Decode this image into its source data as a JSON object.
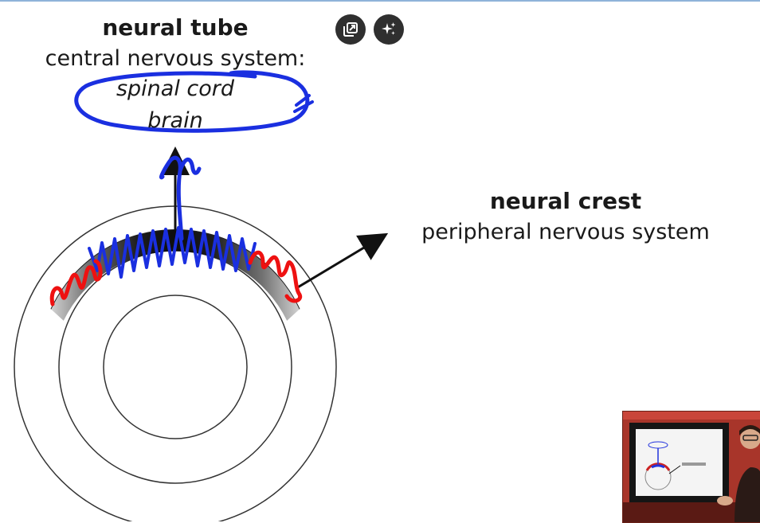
{
  "neural_tube": {
    "title": "neural tube",
    "subtitle": "central nervous system:",
    "items": [
      "spinal cord",
      "brain"
    ]
  },
  "neural_crest": {
    "title": "neural crest",
    "subtitle": "peripheral nervous system"
  },
  "toolbar": {
    "popout_icon": "popout-icon",
    "sparkle_icon": "sparkle-icon"
  },
  "annotation_colors": {
    "tube_ink": "#1a2fe0",
    "crest_ink": "#ee1111",
    "arrow": "#111111"
  }
}
